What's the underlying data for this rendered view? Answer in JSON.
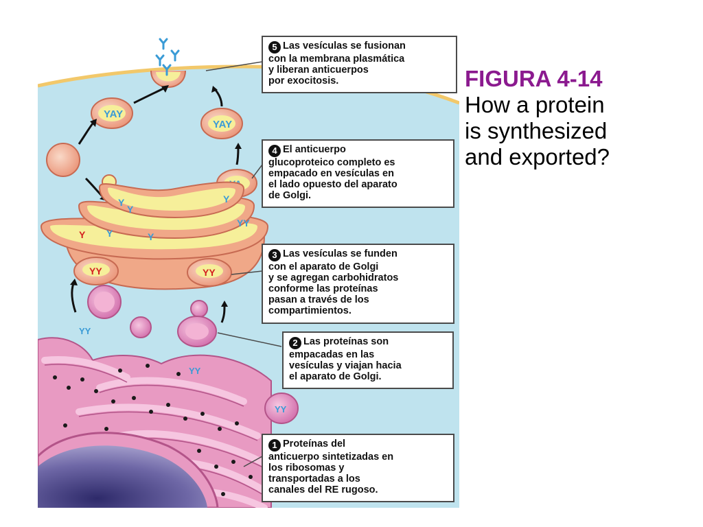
{
  "caption": {
    "title": "FIGURA 4-14",
    "lines": [
      "How a protein",
      "is synthesized",
      "and exported?"
    ]
  },
  "steps": [
    {
      "number": "5",
      "lines": [
        "Las vesículas se fusionan",
        "con la membrana plasmática",
        "y liberan anticuerpos",
        "por exocitosis."
      ]
    },
    {
      "number": "4",
      "lines": [
        "El anticuerpo",
        "glucoproteico completo es",
        "empacado en vesículas en",
        "el lado opuesto del aparato",
        "de Golgi."
      ]
    },
    {
      "number": "3",
      "lines": [
        "Las vesículas se funden",
        "con el aparato de Golgi",
        "y se agregan carbohidratos",
        "conforme las proteínas",
        "pasan a través de los",
        "compartimientos."
      ]
    },
    {
      "number": "2",
      "lines": [
        "Las proteínas son",
        "empacadas en las",
        "vesículas y viajan hacia",
        "el aparato de Golgi."
      ]
    },
    {
      "number": "1",
      "lines": [
        "Proteínas del",
        "anticuerpo sintetizadas en",
        "los ribosomas y",
        "transportadas a los",
        "canales del RE rugoso."
      ]
    }
  ],
  "colors": {
    "caption_title": "#8b1a8f",
    "cytoplasm": "#bfe3ee",
    "membrane": "#f2c86a",
    "golgi_outer": "#f0a888",
    "golgi_lumen": "#f6ef9a",
    "er": "#e89ac2",
    "nucleus": "#7b73ad",
    "antibody_blue": "#3a9bd6",
    "antibody_red": "#d42020"
  }
}
